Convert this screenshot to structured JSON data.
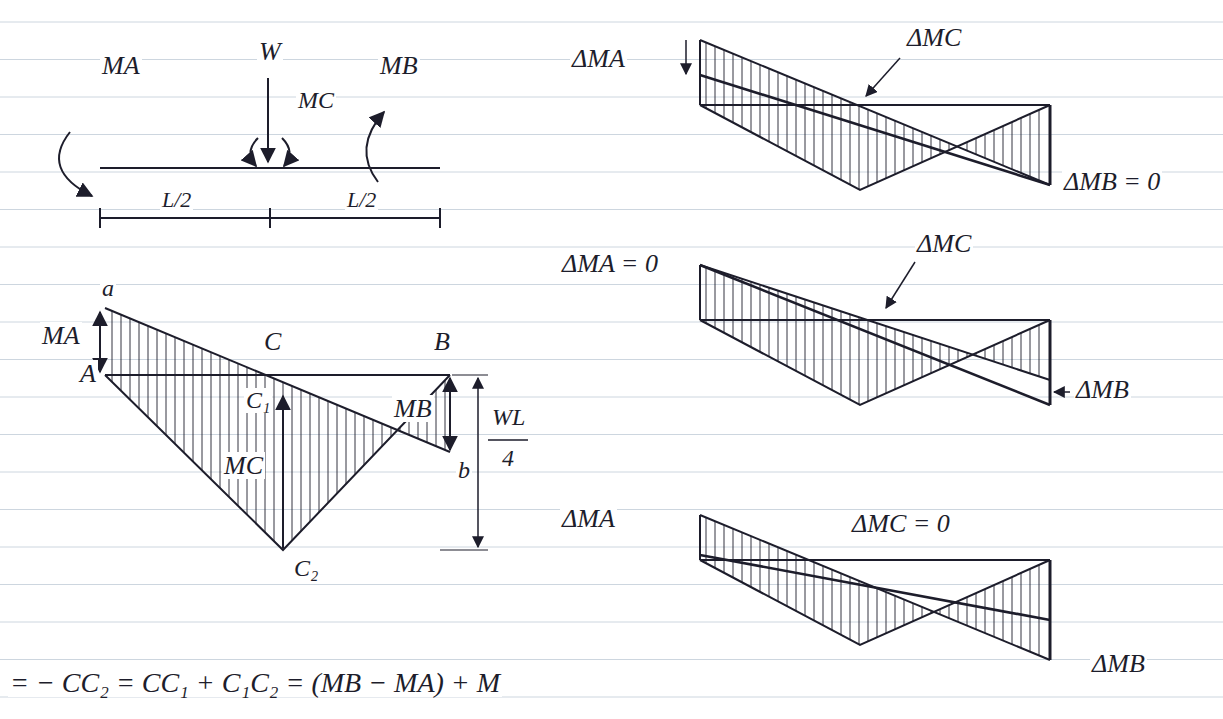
{
  "diagram": {
    "labels": [
      "MA",
      "W",
      "MC",
      "MB",
      "L/2",
      "L/2",
      "a",
      "MA",
      "A",
      "C",
      "B",
      "C₁",
      "MC",
      "MB",
      "WL",
      "4",
      "b",
      "C₂",
      "= − CC₂ = CC₁ + C₁C₂ = (MB − MA) + M",
      "ΔMA",
      "ΔMC",
      "ΔMB = 0",
      "ΔMA = 0",
      "ΔMC",
      "ΔMB",
      "ΔMA",
      "ΔMC = 0",
      "ΔMB"
    ]
  }
}
